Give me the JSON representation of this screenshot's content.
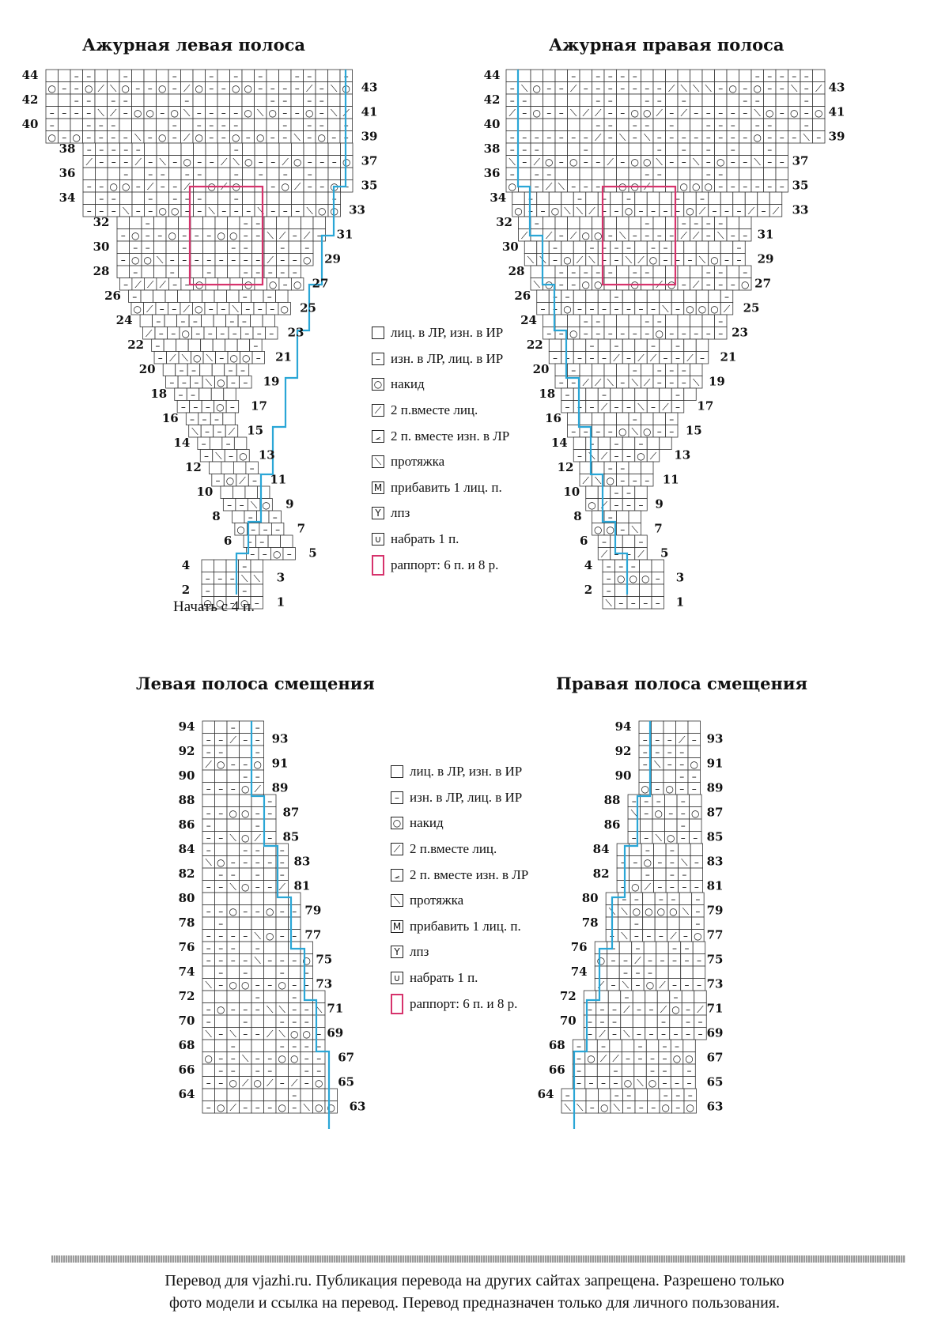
{
  "titles": {
    "ajour_left": "Ажурная левая полоса",
    "ajour_right": "Ажурная правая полоса",
    "shift_left": "Левая полоса смещения",
    "shift_right": "Правая полоса смещения"
  },
  "start_note": "Начать с 4 п.",
  "legend": [
    {
      "key": "knit",
      "glyph": "",
      "label": "лиц. в ЛР, изн. в ИР"
    },
    {
      "key": "purl",
      "glyph": "–",
      "label": "изн. в ЛР, лиц. в ИР"
    },
    {
      "key": "yo",
      "glyph": "○",
      "label": "накид"
    },
    {
      "key": "k2tog",
      "glyph": "⟋",
      "label": "2 п.вместе лиц."
    },
    {
      "key": "p2tog",
      "glyph": "⦟",
      "label": "2 п. вместе изн. в ЛР"
    },
    {
      "key": "ssk",
      "glyph": "⟍",
      "label": "протяжка"
    },
    {
      "key": "m1",
      "glyph": "M",
      "label": "прибавить 1 лиц. п."
    },
    {
      "key": "lpz",
      "glyph": "Y",
      "label": "лпз"
    },
    {
      "key": "co",
      "glyph": "∪",
      "label": "набрать 1 п."
    },
    {
      "key": "rapport",
      "glyph": "",
      "label": "раппорт: 6 п. и 8 р."
    }
  ],
  "colors": {
    "guide_line": "#2aa6d6",
    "rapport": "#d6336c",
    "grid": "#333333"
  },
  "charts": {
    "ajour_left": {
      "odd_rows": [
        "1",
        "3",
        "5",
        "7",
        "9",
        "11",
        "13",
        "15",
        "17",
        "19",
        "21",
        "23",
        "25",
        "27",
        "29",
        "31",
        "33",
        "35",
        "37",
        "39",
        "41",
        "43"
      ],
      "even_rows": [
        "2",
        "4",
        "6",
        "8",
        "10",
        "12",
        "14",
        "16",
        "18",
        "20",
        "22",
        "24",
        "26",
        "28",
        "30",
        "32",
        "34",
        "36",
        "38",
        "40",
        "42",
        "44"
      ]
    },
    "ajour_right": {
      "odd_rows": [
        "1",
        "3",
        "5",
        "7",
        "9",
        "11",
        "13",
        "15",
        "17",
        "19",
        "21",
        "23",
        "25",
        "27",
        "29",
        "31",
        "33",
        "35",
        "37",
        "39",
        "41",
        "43"
      ],
      "even_rows": [
        "2",
        "4",
        "6",
        "8",
        "10",
        "12",
        "14",
        "16",
        "18",
        "20",
        "22",
        "24",
        "26",
        "28",
        "30",
        "32",
        "34",
        "36",
        "38",
        "40",
        "42",
        "44"
      ]
    },
    "shift_left": {
      "odd_rows": [
        "63",
        "65",
        "67",
        "69",
        "71",
        "73",
        "75",
        "77",
        "79",
        "81",
        "83",
        "85",
        "87",
        "89",
        "91",
        "93"
      ],
      "even_rows": [
        "64",
        "66",
        "68",
        "70",
        "72",
        "74",
        "76",
        "78",
        "80",
        "82",
        "84",
        "86",
        "88",
        "90",
        "92",
        "94"
      ]
    },
    "shift_right": {
      "odd_rows": [
        "63",
        "65",
        "67",
        "69",
        "71",
        "73",
        "75",
        "77",
        "79",
        "81",
        "83",
        "85",
        "87",
        "89",
        "91",
        "93"
      ],
      "even_rows": [
        "64",
        "66",
        "68",
        "70",
        "72",
        "74",
        "76",
        "78",
        "80",
        "82",
        "84",
        "86",
        "88",
        "90",
        "92",
        "94"
      ]
    }
  },
  "footer": {
    "line1": "Перевод для vjazhi.ru. Публикация перевода на других сайтах запрещена. Разрешено только",
    "line2": "фото модели и ссылка на перевод.  Перевод предназначен только для личного пользования."
  }
}
